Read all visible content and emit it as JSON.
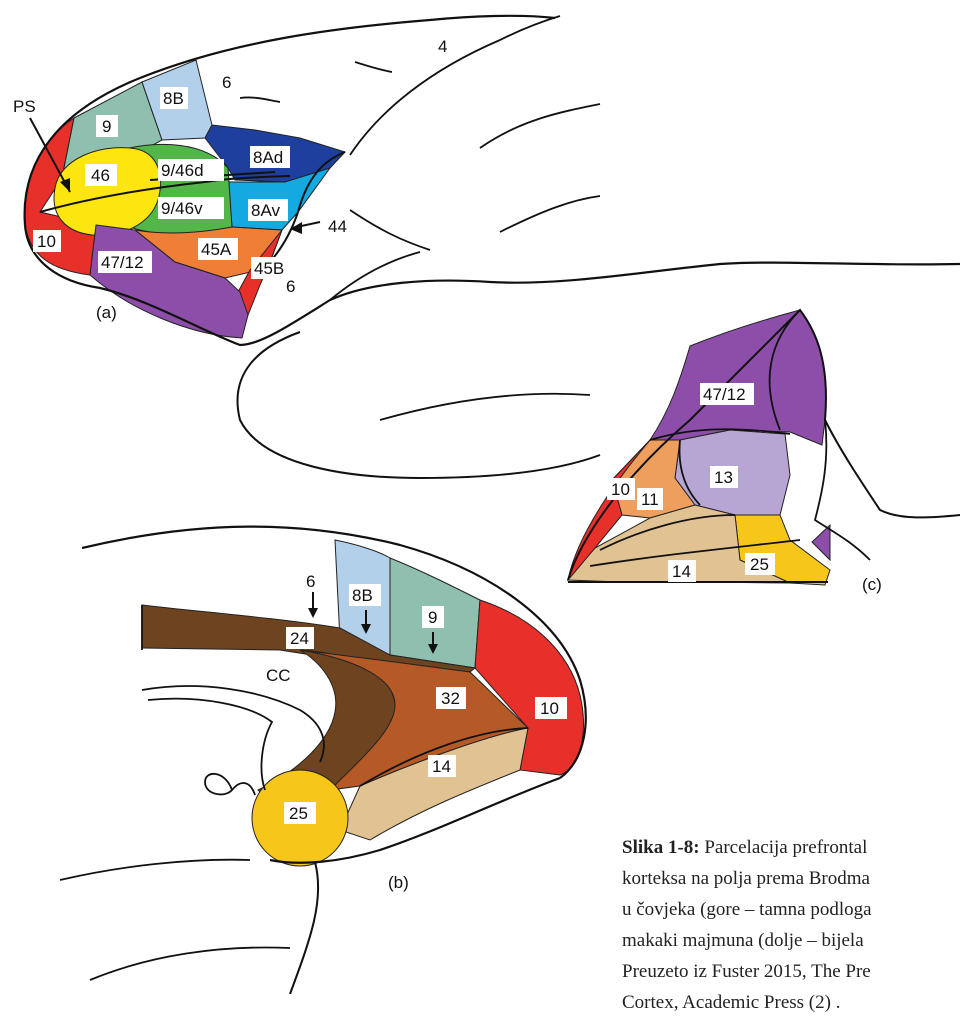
{
  "panels": {
    "a": {
      "tag": "(a)",
      "labels": {
        "ps": "PS",
        "f4": "4",
        "f6_top": "6",
        "f8b": "8B",
        "f9": "9",
        "f8ad": "8Ad",
        "f46": "46",
        "f946d": "9/46d",
        "f946v": "9/46v",
        "f8av": "8Av",
        "f44": "44",
        "f10": "10",
        "f4712": "47/12",
        "f45a": "45A",
        "f45b": "45B",
        "f6_bottom": "6"
      }
    },
    "b": {
      "tag": "(b)",
      "labels": {
        "f6": "6",
        "f8b": "8B",
        "f9": "9",
        "f24": "24",
        "cc": "CC",
        "f32": "32",
        "f10": "10",
        "f14": "14",
        "f25": "25"
      }
    },
    "c": {
      "tag": "(c)",
      "labels": {
        "f4712": "47/12",
        "f13": "13",
        "f10": "10",
        "f11": "11",
        "f14": "14",
        "f25": "25"
      }
    }
  },
  "colors": {
    "red": "#e8302a",
    "teal": "#8fbfae",
    "light_blue": "#b3d0ea",
    "navy": "#1f3f9e",
    "yellow": "#fde510",
    "green": "#52b649",
    "cyan": "#14a9e0",
    "orange": "#ef7f36",
    "purple": "#8c4ea8",
    "dark_brown": "#6e4420",
    "rust": "#b55a27",
    "tan": "#e1c393",
    "gold": "#f6c61a",
    "lavender": "#b7a6d4",
    "light_orange": "#ee9f5e"
  },
  "caption": {
    "bold": "Slika 1-8:",
    "line1": " Parcelacija prefrontal",
    "line2": "korteksa na polja prema Brodma",
    "line3": "u čovjeka (gore – tamna podloga",
    "line4": "makaki majmuna (dolje – bijela",
    "line5": "Preuzeto iz Fuster 2015, The Pre",
    "line6": "Cortex, Academic Press (2) ."
  }
}
